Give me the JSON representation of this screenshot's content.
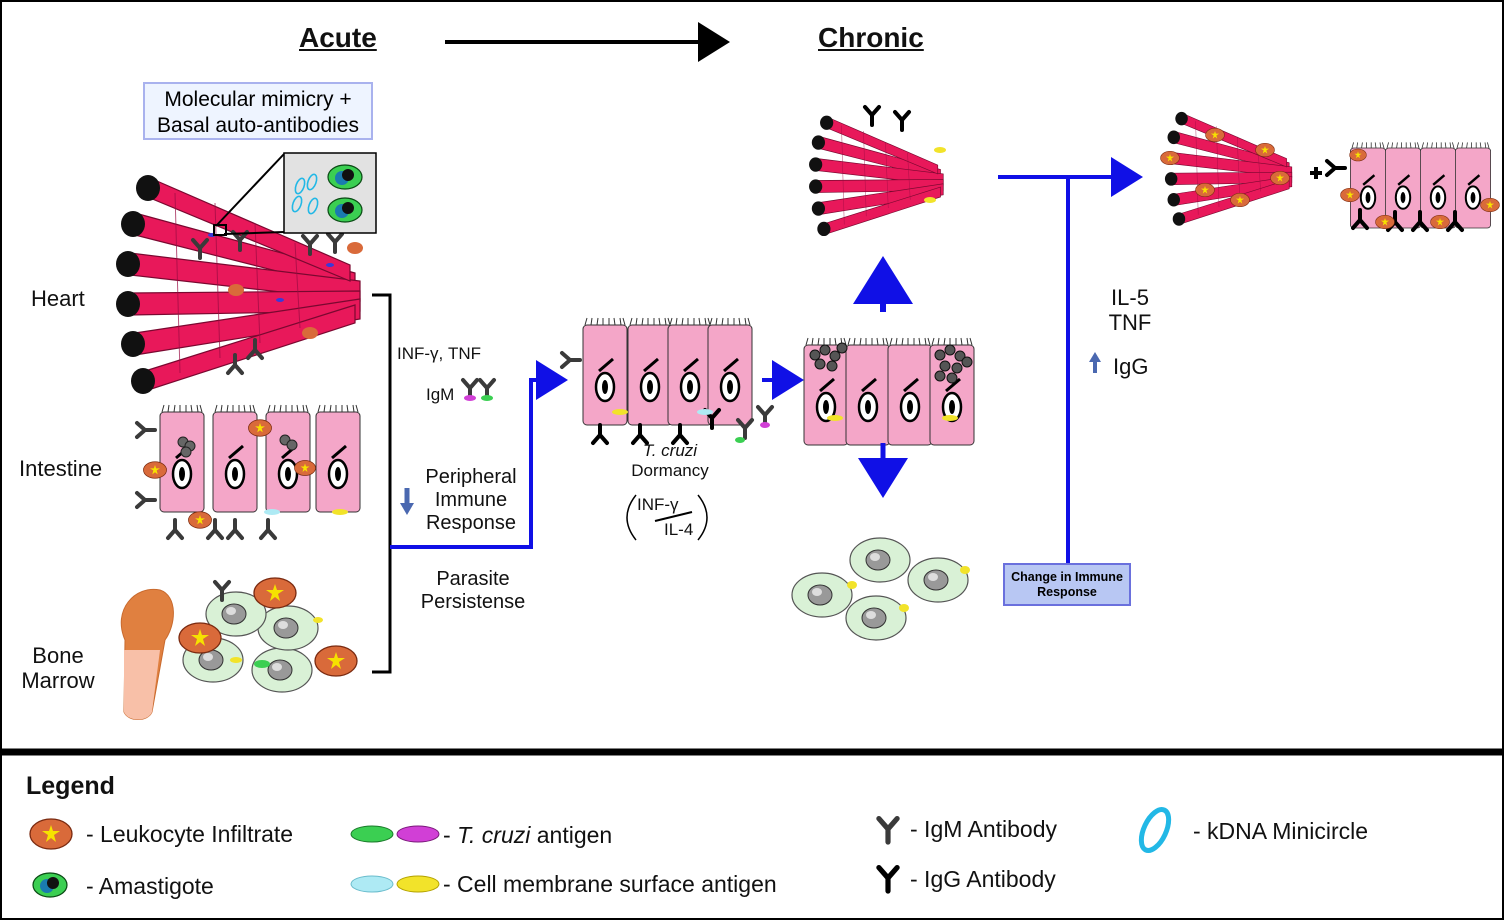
{
  "phases": {
    "acute": "Acute",
    "chronic": "Chronic"
  },
  "organs": {
    "heart": "Heart",
    "intestine": "Intestine",
    "bone_marrow_line1": "Bone",
    "bone_marrow_line2": "Marrow"
  },
  "mimicry_box": {
    "line1": "Molecular mimicry +",
    "line2": "Basal auto-antibodies"
  },
  "acute_mediators": {
    "cytokines": "INF-γ, TNF",
    "igm": "IgM",
    "response_line1": "Peripheral",
    "response_line2": "Immune",
    "response_line3": "Response",
    "persistence_line1": "Parasite",
    "persistence_line2": "Persistense"
  },
  "dormancy": {
    "species": "T. cruzi",
    "label": "Dormancy",
    "ratio_top": "INF-γ",
    "ratio_bottom": "IL-4"
  },
  "chronic_mediators": {
    "il5": "IL-5",
    "tnf": "TNF",
    "igg": "IgG"
  },
  "change_box": {
    "line1": "Change in Immune",
    "line2": "Response"
  },
  "legend": {
    "title": "Legend",
    "leukocyte": "- Leukocyte Infiltrate",
    "amastigote": "- Amastigote",
    "antigen_prefix": "- ",
    "antigen_species": "T. cruzi",
    "antigen_suffix": " antigen",
    "membrane": "- Cell membrane surface antigen",
    "igm": "- IgM Antibody",
    "igg": "- IgG Antibody",
    "kdna": "- kDNA Minicircle"
  },
  "colors": {
    "arrow_blue": "#1010e6",
    "muscle": "#e8185a",
    "cell_pink": "#f4a6c8",
    "leukocyte": "#d96a3a",
    "antigen_green": "#3bcf52",
    "antigen_magenta": "#d13fd6",
    "membrane_cyan": "#aeeaf4",
    "membrane_yellow": "#f2e32a",
    "kdna": "#22b8e6",
    "marrow_cell": "#d9f1d6"
  }
}
